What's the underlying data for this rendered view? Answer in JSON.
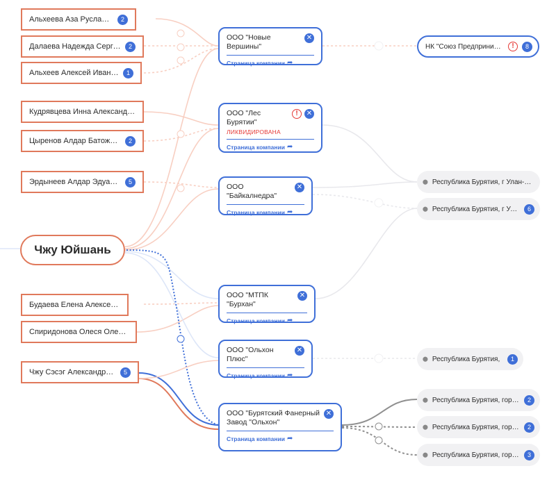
{
  "main_person": {
    "name": "Чжу Юйшань"
  },
  "persons": [
    {
      "name": "Альхеева Аза Руслановна",
      "count": "2"
    },
    {
      "name": "Далаева Надежда Сергеевна",
      "count": "2"
    },
    {
      "name": "Альхеев Алексей Иванович",
      "count": "1"
    },
    {
      "name": "Кудрявцева Инна Александровна",
      "count": ""
    },
    {
      "name": "Цыренов Алдар Батожаргалович",
      "count": "2"
    },
    {
      "name": "Эрдынеев Алдар Эдуардович",
      "count": "5"
    },
    {
      "name": "Будаева Елена Алексеевна",
      "count": ""
    },
    {
      "name": "Спиридонова Олеся Олеговна",
      "count": ""
    },
    {
      "name": "Чжу Сэсэг Александровна",
      "count": "5"
    }
  ],
  "companies": [
    {
      "name": "ООО \"Новые Вершины\"",
      "status": "",
      "link": "Страница компании"
    },
    {
      "name": "ООО \"Лес Бурятии\"",
      "status": "ЛИКВИДИРОВАНА",
      "link": "Страница компании"
    },
    {
      "name": "ООО \"Байкалнедра\"",
      "status": "",
      "link": "Страница компании"
    },
    {
      "name": "ООО \"МТПК \"Бурхан\"",
      "status": "",
      "link": "Страница компании"
    },
    {
      "name": "ООО \"Ольхон Плюс\"",
      "status": "",
      "link": "Страница компании"
    },
    {
      "name": "ООО \"Бурятский Фанерный Завод \"Ольхон\"",
      "status": "",
      "link": "Страница компании"
    }
  ],
  "org": {
    "name": "НК \"Союз Предпринимателей\"",
    "count": "8"
  },
  "addresses": [
    {
      "name": "Республика Бурятия, г Улан-Удэ",
      "count": ""
    },
    {
      "name": "Республика Бурятия, г Улан-Удэ",
      "count": "6"
    },
    {
      "name": "Республика Бурятия,",
      "count": "1"
    },
    {
      "name": "Республика Бурятия, город Улан-Удэ",
      "count": "2"
    },
    {
      "name": "Республика Бурятия, город Улан-Удэ",
      "count": "2"
    },
    {
      "name": "Республика Бурятия, город Улан-Удэ",
      "count": "3"
    }
  ],
  "colors": {
    "person_border": "#e0795b",
    "company_border": "#3f6fd8",
    "badge": "#3f6fd8",
    "warning": "#e53935",
    "address_bg": "#f1f1f3"
  }
}
